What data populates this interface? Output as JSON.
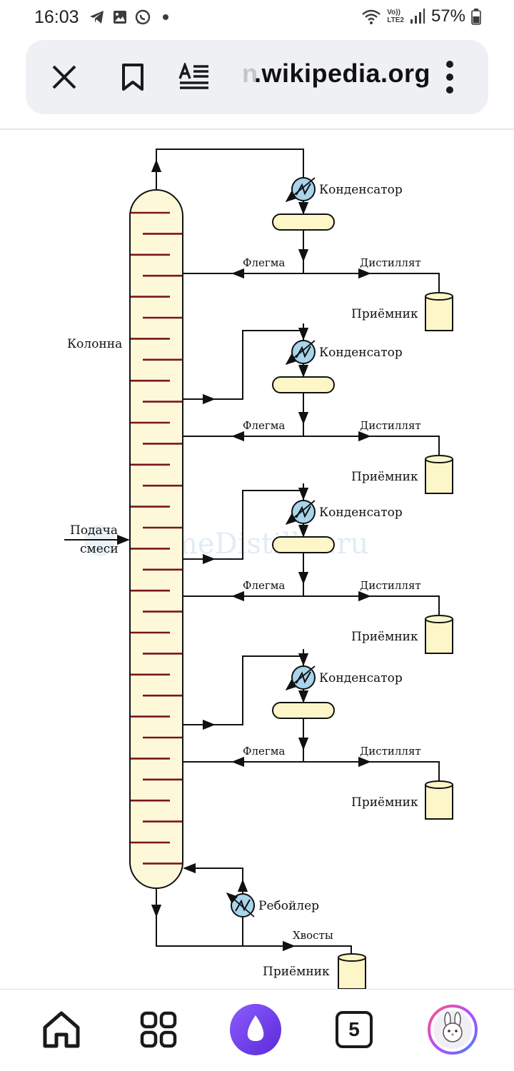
{
  "status_bar": {
    "time": "16:03",
    "network_label_top": "Vo))",
    "network_label_bottom": "LTE2",
    "battery": "57%"
  },
  "url_bar": {
    "host_partial": "n",
    "host": ".wikipedia.org"
  },
  "diagram": {
    "column_label": "Колонна",
    "feed_label_line1": "Подача",
    "feed_label_line2": "смеси",
    "watermark": "HomeDistiller.ru",
    "condenser_label": "Конденсатор",
    "reflux_label": "Флегма",
    "distillate_label": "Дистиллят",
    "receiver_label": "Приёмник",
    "reboiler_label": "Ребойлер",
    "tails_label": "Хвосты",
    "colors": {
      "column_fill": "#fdf9d8",
      "tray": "#7a1420",
      "heat_exchanger": "#a8d4ec",
      "vessel_fill": "#fdf6c8"
    }
  },
  "bottom_nav": {
    "tab_count": "5",
    "items": [
      "home-icon",
      "apps-grid-icon",
      "alice-assistant-icon",
      "tabs-counter",
      "profile-avatar"
    ]
  }
}
